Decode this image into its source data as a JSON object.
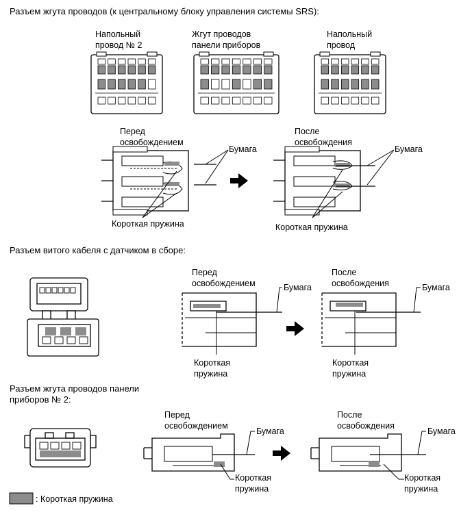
{
  "section1": {
    "title": "Разъем жгута проводов (к центральному блоку управления системы SRS):",
    "connectors": [
      {
        "line1": "Напольный",
        "line2": "провод № 2"
      },
      {
        "line1": "Жгут проводов",
        "line2": "панели приборов"
      },
      {
        "line1": "Напольный",
        "line2": "провод"
      }
    ],
    "before": {
      "line1": "Перед",
      "line2": "освобождением",
      "paper": "Бумага",
      "spring": "Короткая пружина"
    },
    "after": {
      "line1": "После",
      "line2": "освобождения",
      "paper": "Бумага",
      "spring": "Короткая пружина"
    }
  },
  "section2": {
    "title": "Разъем витого кабеля с датчиком в сборе:",
    "before": {
      "line1": "Перед",
      "line2": "освобождением",
      "paper": "Бумага",
      "spring1": "Короткая",
      "spring2": "пружина"
    },
    "after": {
      "line1": "После",
      "line2": "освобождения",
      "paper": "Бумага",
      "spring1": "Короткая",
      "spring2": "пружина"
    }
  },
  "section3": {
    "title1": "Разъем жгута проводов панели",
    "title2": "приборов № 2:",
    "before": {
      "line1": "Перед",
      "line2": "освобождением",
      "paper": "Бумага",
      "spring1": "Короткая",
      "spring2": "пружина"
    },
    "after": {
      "line1": "После",
      "line2": "освобождения",
      "paper": "Бумага",
      "spring1": "Короткая",
      "spring2": "пружина"
    }
  },
  "legend": {
    "label": ": Короткая пружина",
    "swatch_color": "#8c8c8c"
  }
}
